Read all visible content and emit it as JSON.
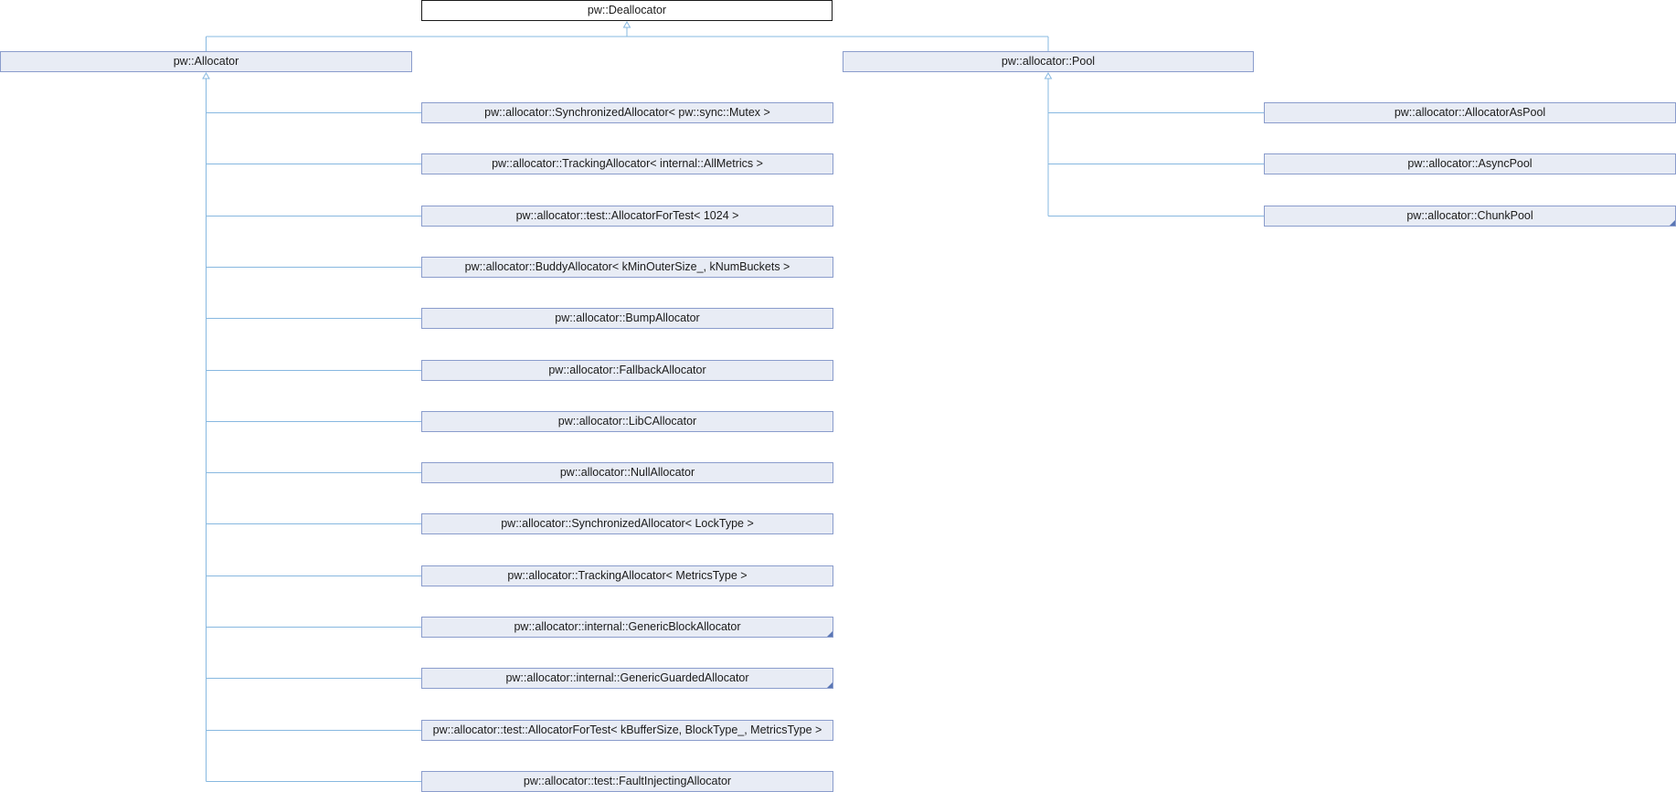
{
  "diagram": {
    "root": {
      "label": "pw::Deallocator"
    },
    "branches": [
      {
        "label": "pw::Allocator",
        "children": [
          {
            "label": "pw::allocator::SynchronizedAllocator< pw::sync::Mutex >",
            "has_more": false
          },
          {
            "label": "pw::allocator::TrackingAllocator< internal::AllMetrics >",
            "has_more": false
          },
          {
            "label": "pw::allocator::test::AllocatorForTest< 1024 >",
            "has_more": false
          },
          {
            "label": "pw::allocator::BuddyAllocator< kMinOuterSize_, kNumBuckets >",
            "has_more": false
          },
          {
            "label": "pw::allocator::BumpAllocator",
            "has_more": false
          },
          {
            "label": "pw::allocator::FallbackAllocator",
            "has_more": false
          },
          {
            "label": "pw::allocator::LibCAllocator",
            "has_more": false
          },
          {
            "label": "pw::allocator::NullAllocator",
            "has_more": false
          },
          {
            "label": "pw::allocator::SynchronizedAllocator< LockType >",
            "has_more": false
          },
          {
            "label": "pw::allocator::TrackingAllocator< MetricsType >",
            "has_more": false
          },
          {
            "label": "pw::allocator::internal::GenericBlockAllocator",
            "has_more": true
          },
          {
            "label": "pw::allocator::internal::GenericGuardedAllocator",
            "has_more": true
          },
          {
            "label": "pw::allocator::test::AllocatorForTest< kBufferSize, BlockType_, MetricsType >",
            "has_more": false
          },
          {
            "label": "pw::allocator::test::FaultInjectingAllocator",
            "has_more": false
          }
        ]
      },
      {
        "label": "pw::allocator::Pool",
        "children": [
          {
            "label": "pw::allocator::AllocatorAsPool",
            "has_more": false
          },
          {
            "label": "pw::allocator::AsyncPool",
            "has_more": false
          },
          {
            "label": "pw::allocator::ChunkPool",
            "has_more": true
          }
        ]
      }
    ],
    "colors": {
      "edge": "#87b8e0",
      "node_border": "#8a9ccc",
      "node_fill": "#e8ecf5",
      "root_border": "#1a1a1a"
    }
  }
}
